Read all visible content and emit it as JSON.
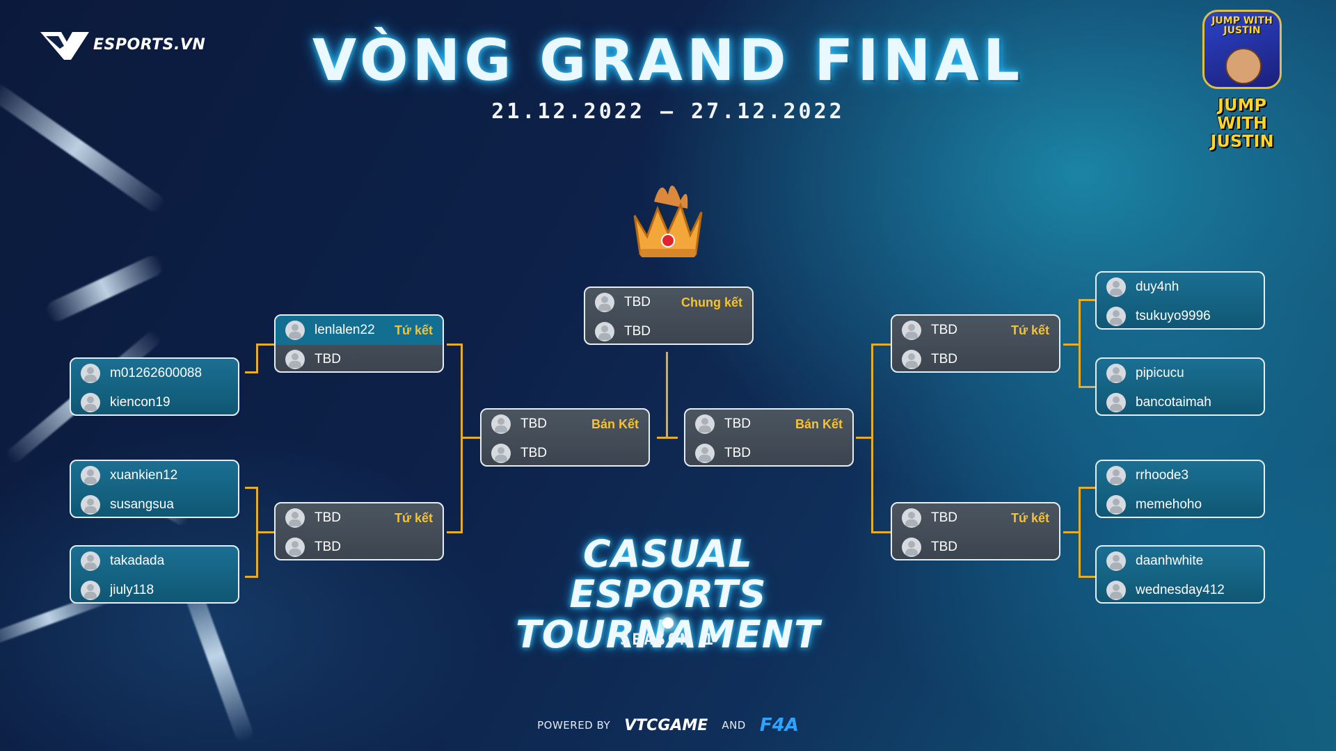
{
  "brand": {
    "logo_text": "ESPORTS.VN"
  },
  "header": {
    "title": "VÒNG GRAND FINAL",
    "dates": "21.12.2022 – 27.12.2022"
  },
  "game": {
    "icon_text": "JUMP WITH JUSTIN",
    "caption": "JUMP WITH JUSTIN"
  },
  "bracket": {
    "left_r1": [
      {
        "p1": "m01262600088",
        "p2": "kiencon19"
      },
      {
        "p1": "xuankien12",
        "p2": "susangsua"
      },
      {
        "p1": "takadada",
        "p2": "jiuly118"
      }
    ],
    "left_qf": [
      {
        "p1": "lenlalen22",
        "p2": "TBD",
        "tag": "Tứ kết"
      },
      {
        "p1": "TBD",
        "p2": "TBD",
        "tag": "Tứ kết"
      }
    ],
    "left_sf": {
      "p1": "TBD",
      "p2": "TBD",
      "tag": "Bán Kết"
    },
    "final": {
      "p1": "TBD",
      "p2": "TBD",
      "tag": "Chung kết"
    },
    "right_sf": {
      "p1": "TBD",
      "p2": "TBD",
      "tag": "Bán Kết"
    },
    "right_qf": [
      {
        "p1": "TBD",
        "p2": "TBD",
        "tag": "Tứ kết"
      },
      {
        "p1": "TBD",
        "p2": "TBD",
        "tag": "Tứ kết"
      }
    ],
    "right_r1": [
      {
        "p1": "duy4nh",
        "p2": "tsukuyo9996"
      },
      {
        "p1": "pipicucu",
        "p2": "bancotaimah"
      },
      {
        "p1": "rrhoode3",
        "p2": "memehoho"
      },
      {
        "p1": "daanhwhite",
        "p2": "wednesday412"
      }
    ]
  },
  "event": {
    "line1": "CASUAL ESPORTS",
    "line2": "TOURNAMENT",
    "season": "SEASON 1"
  },
  "footer": {
    "powered_by": "POWERED BY",
    "sponsor1": "VTCGAME",
    "and": "AND",
    "sponsor2": "F4A"
  },
  "colors": {
    "accent": "#f6c230",
    "connector": "#e5ad28",
    "title_glow": "#39c6ff"
  }
}
